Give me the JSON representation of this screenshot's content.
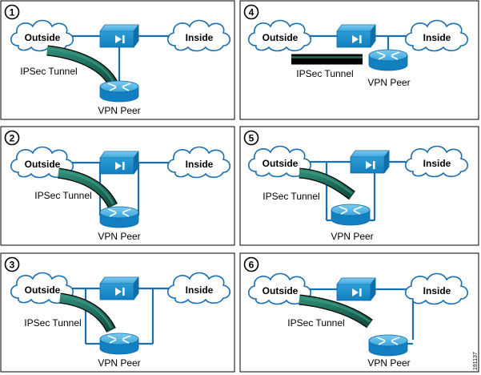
{
  "diagram_id": "191137",
  "colors": {
    "device_blue": "#1a8fcc",
    "link_blue": "#1a6fb0",
    "tunnel_green": "#1d6b5a",
    "tunnel_outline": "#000000"
  },
  "icons": {
    "appliance": "firewall-appliance-icon",
    "router": "router-icon",
    "cloud": "network-cloud-icon"
  },
  "panels": [
    {
      "number": "1",
      "outside_label": "Outside",
      "inside_label": "Inside",
      "tunnel_label": "IPSec Tunnel",
      "peer_label": "VPN Peer"
    },
    {
      "number": "2",
      "outside_label": "Outside",
      "inside_label": "Inside",
      "tunnel_label": "IPSec Tunnel",
      "peer_label": "VPN Peer"
    },
    {
      "number": "3",
      "outside_label": "Outside",
      "inside_label": "Inside",
      "tunnel_label": "IPSec Tunnel",
      "peer_label": "VPN Peer"
    },
    {
      "number": "4",
      "outside_label": "Outside",
      "inside_label": "Inside",
      "tunnel_label": "IPSec Tunnel",
      "peer_label": "VPN Peer"
    },
    {
      "number": "5",
      "outside_label": "Outside",
      "inside_label": "Inside",
      "tunnel_label": "IPSec Tunnel",
      "peer_label": "VPN Peer"
    },
    {
      "number": "6",
      "outside_label": "Outside",
      "inside_label": "Inside",
      "tunnel_label": "IPSec Tunnel",
      "peer_label": "VPN Peer"
    }
  ]
}
